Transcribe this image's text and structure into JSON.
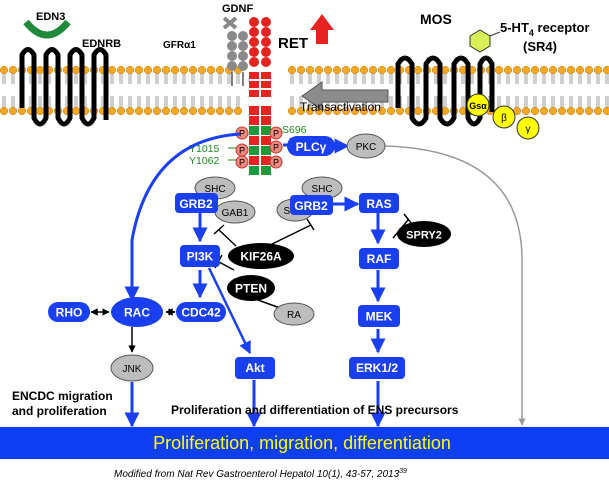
{
  "labels": {
    "edn3": "EDN3",
    "ednrb": "EDNRB",
    "gdnf": "GDNF",
    "gfra1": "GFRα1",
    "ret": "RET",
    "mos": "MOS",
    "receptor_line1_pre": "5-HT",
    "receptor_line1_sub": "4",
    "receptor_line1_post": " receptor",
    "receptor_line2": "(SR4)",
    "transactivation": "Transactivation",
    "galpha": "Gsα",
    "gbeta": "β",
    "ggamma": "γ",
    "s696": "S696",
    "y1015": "Y1015",
    "y1062": "Y1062",
    "p": "P",
    "plcg": "PLCγ",
    "pkc": "PKC",
    "shc1": "SHC",
    "grb2_1": "GRB2",
    "gab1": "GAB1",
    "shc2": "SHC",
    "sos": "SOS",
    "grb2_2": "GRB2",
    "ras": "RAS",
    "spry2": "SPRY2",
    "raf": "RAF",
    "pi3k": "PI3K",
    "kif26a": "KIF26A",
    "pten": "PTEN",
    "ra": "RA",
    "mek": "MEK",
    "rho": "RHO",
    "rac": "RAC",
    "cdc42": "CDC42",
    "jnk": "JNK",
    "akt": "Akt",
    "erk": "ERK1/2",
    "encdc_1": "ENCDC migration",
    "encdc_2": "and proliferation",
    "prolif_ens": "Proliferation  and differentiation of ENS precursors",
    "banner": "Proliferation, migration, differentiation",
    "citation": "Modified from Nat Rev Gastroenterol  Hepatol 10(1), 43-57, 2013",
    "citation_ref": "39"
  },
  "colors": {
    "blue_node": "#1a3ff0",
    "node_text": "#ffffff",
    "gray_node": "#bdbdbd",
    "black_node": "#000000",
    "banner": "#0f3ff5",
    "banner_text": "#ffff00",
    "ret_red": "#e52421",
    "ret_green": "#1f9a3a",
    "green_text": "#1f8a1f",
    "membrane_head": "#f5a623",
    "edn3_green": "#1f8a3a",
    "g_protein": "#ffff00",
    "arrow_blue": "#1a3ff0",
    "gray_line": "#9a9a9a"
  }
}
